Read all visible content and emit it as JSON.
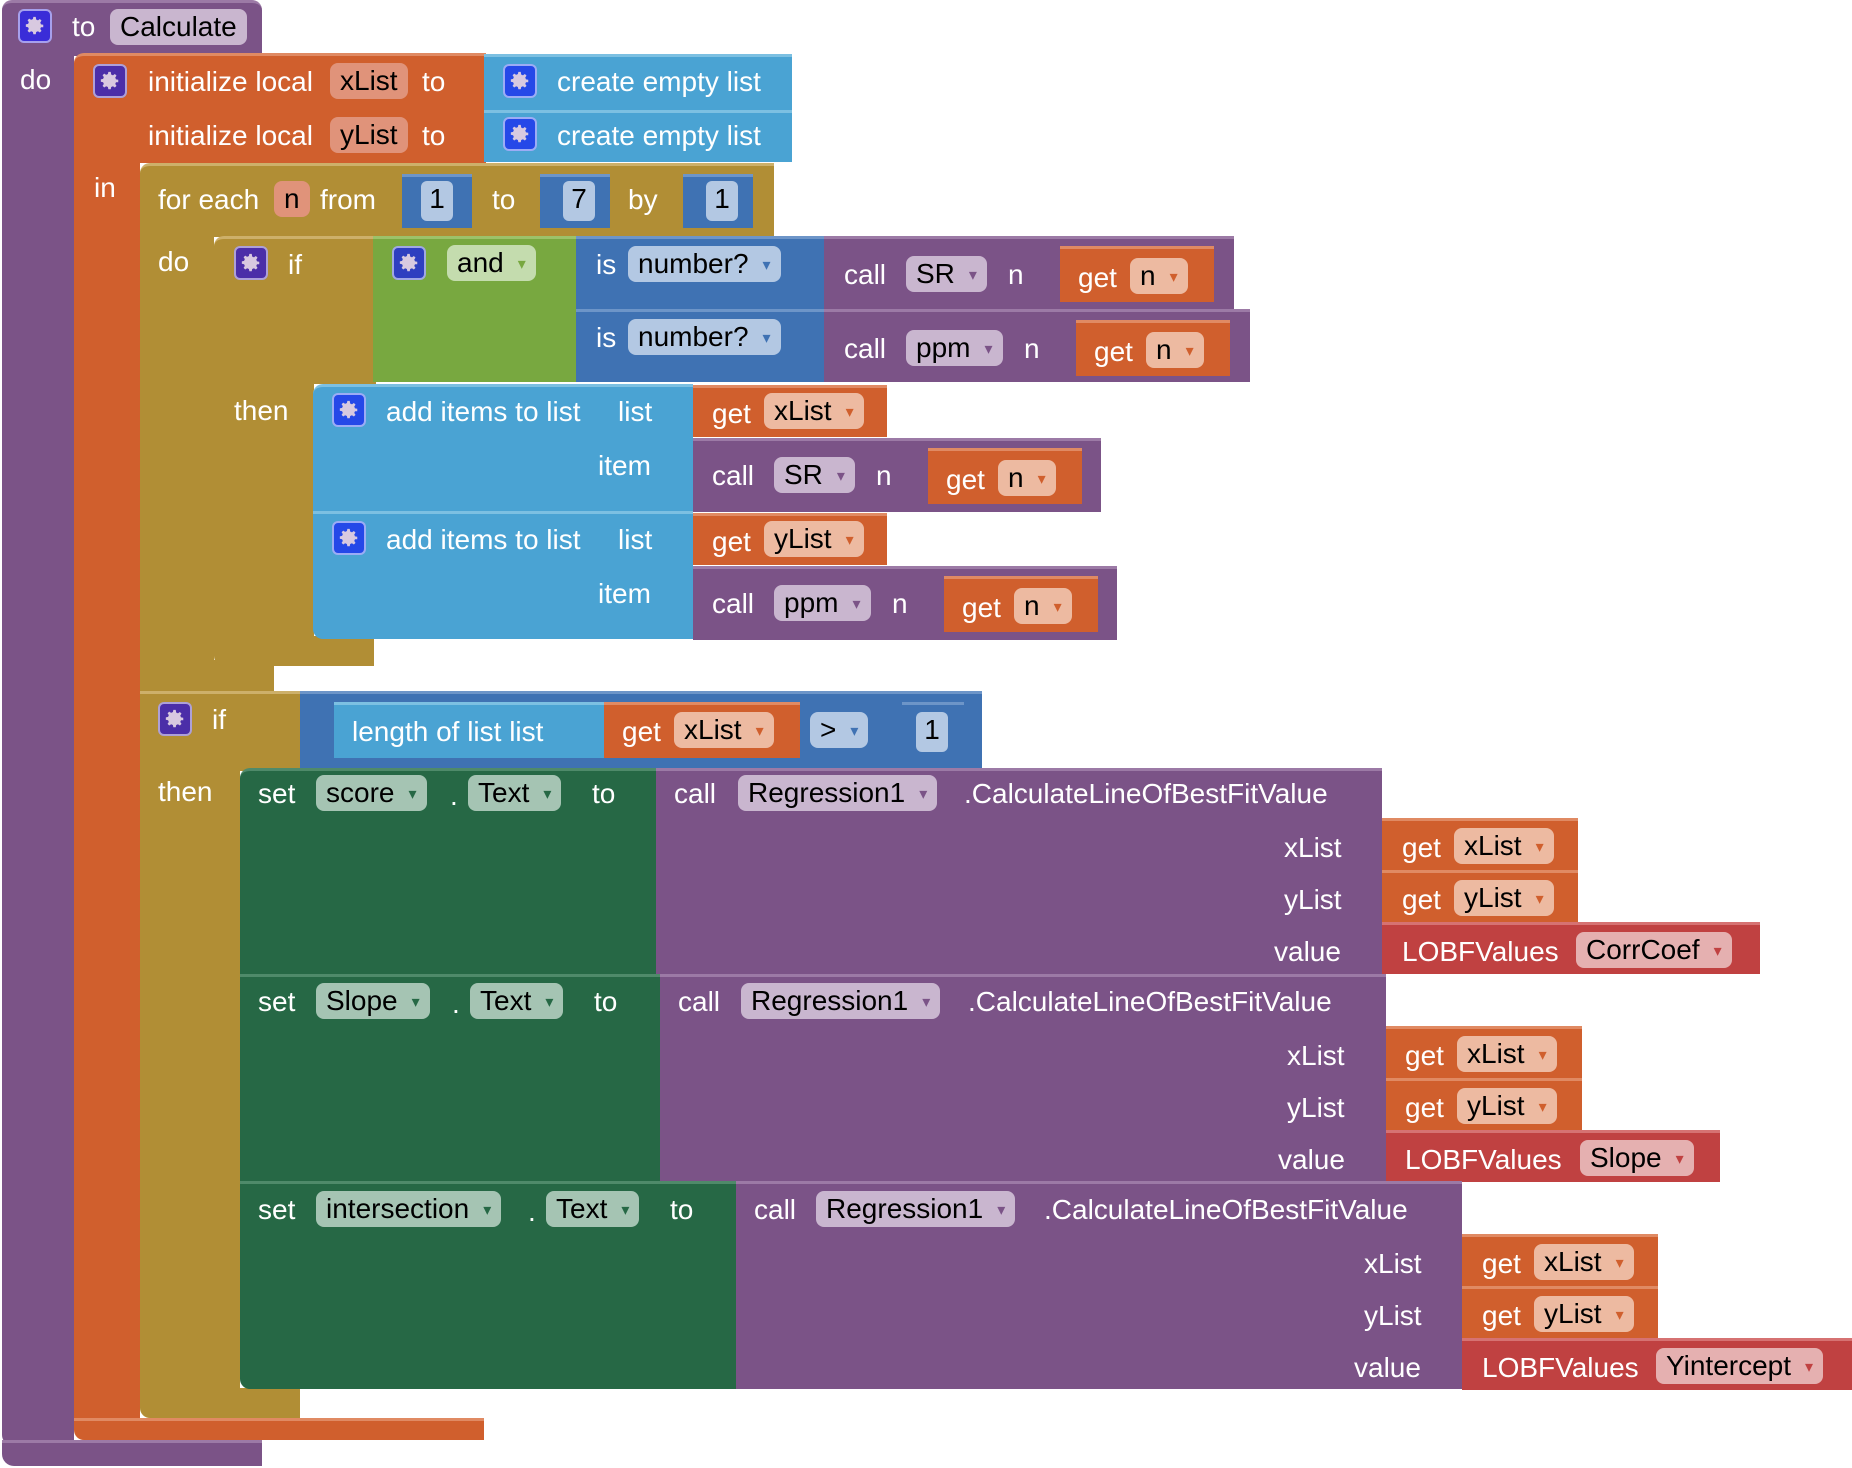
{
  "procedure": {
    "keyword": "to",
    "name": "Calculate",
    "do_label": "do"
  },
  "local_init": {
    "keyword": "initialize local",
    "to_label": "to",
    "in_label": "in",
    "vars": [
      {
        "name": "xList",
        "value": "create empty list"
      },
      {
        "name": "yList",
        "value": "create empty list"
      }
    ]
  },
  "for_each": {
    "label": "for each",
    "var": "n",
    "from_label": "from",
    "from": "1",
    "to_label": "to",
    "to": "7",
    "by_label": "by",
    "by": "1",
    "do_label": "do"
  },
  "inner_if": {
    "if_label": "if",
    "then_label": "then",
    "and_label": "and",
    "conditions": [
      {
        "is_label": "is",
        "test": "number?",
        "call_label": "call",
        "proc": "SR",
        "arg_label": "n",
        "get_label": "get",
        "get_var": "n"
      },
      {
        "is_label": "is",
        "test": "number?",
        "call_label": "call",
        "proc": "ppm",
        "arg_label": "n",
        "get_label": "get",
        "get_var": "n"
      }
    ],
    "add_items": [
      {
        "label": "add items to list",
        "list_label": "list",
        "item_label": "item",
        "list_get": "get",
        "list_var": "xList",
        "call_label": "call",
        "proc": "SR",
        "arg_label": "n",
        "get_label": "get",
        "get_var": "n"
      },
      {
        "label": "add items to list",
        "list_label": "list",
        "item_label": "item",
        "list_get": "get",
        "list_var": "yList",
        "call_label": "call",
        "proc": "ppm",
        "arg_label": "n",
        "get_label": "get",
        "get_var": "n"
      }
    ]
  },
  "outer_if": {
    "if_label": "if",
    "then_label": "then",
    "length_label": "length of list  list",
    "get_label": "get",
    "get_var": "xList",
    "operator": ">",
    "compare_value": "1"
  },
  "setters": [
    {
      "set_label": "set",
      "component": "score",
      "dot": ".",
      "property": "Text",
      "to_label": "to",
      "call_label": "call",
      "callee": "Regression1",
      "method": ".CalculateLineOfBestFitValue",
      "args": [
        {
          "label": "xList",
          "get": "get",
          "var": "xList"
        },
        {
          "label": "yList",
          "get": "get",
          "var": "yList"
        },
        {
          "label": "value",
          "enum": "LOBFValues",
          "option": "CorrCoef"
        }
      ]
    },
    {
      "set_label": "set",
      "component": "Slope",
      "dot": ".",
      "property": "Text",
      "to_label": "to",
      "call_label": "call",
      "callee": "Regression1",
      "method": ".CalculateLineOfBestFitValue",
      "args": [
        {
          "label": "xList",
          "get": "get",
          "var": "xList"
        },
        {
          "label": "yList",
          "get": "get",
          "var": "yList"
        },
        {
          "label": "value",
          "enum": "LOBFValues",
          "option": "Slope"
        }
      ]
    },
    {
      "set_label": "set",
      "component": "intersection",
      "dot": ".",
      "property": "Text",
      "to_label": "to",
      "call_label": "call",
      "callee": "Regression1",
      "method": ".CalculateLineOfBestFitValue",
      "args": [
        {
          "label": "xList",
          "get": "get",
          "var": "xList"
        },
        {
          "label": "yList",
          "get": "get",
          "var": "yList"
        },
        {
          "label": "value",
          "enum": "LOBFValues",
          "option": "Yintercept"
        }
      ]
    }
  ],
  "icons": {
    "mutator": "gear-icon"
  },
  "colors": {
    "procedure": "#7b5387",
    "variables": "#d05f2d",
    "lists": "#4aa3d3",
    "math": "#3f72b3",
    "control": "#b18e35",
    "logic": "#78a840",
    "component_setter": "#266845",
    "helper_enum": "#c04141",
    "gear_bg": "#3a2dd8"
  }
}
